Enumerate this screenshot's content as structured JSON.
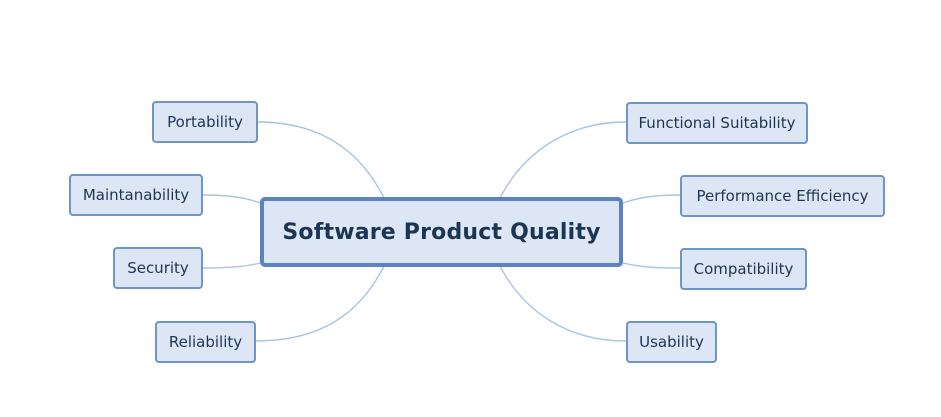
{
  "central_topic": "Software Product Quality",
  "left_branches": [
    "Portability",
    "Maintanability",
    "Security",
    "Reliability"
  ],
  "right_branches": [
    "Functional Suitability",
    "Performance Efficiency",
    "Compatibility",
    "Usability"
  ],
  "colors": {
    "node_fill": "#dce6f4",
    "node_border": "#6f94c6",
    "connector": "#a9c4e3",
    "text": "#1f3553"
  }
}
